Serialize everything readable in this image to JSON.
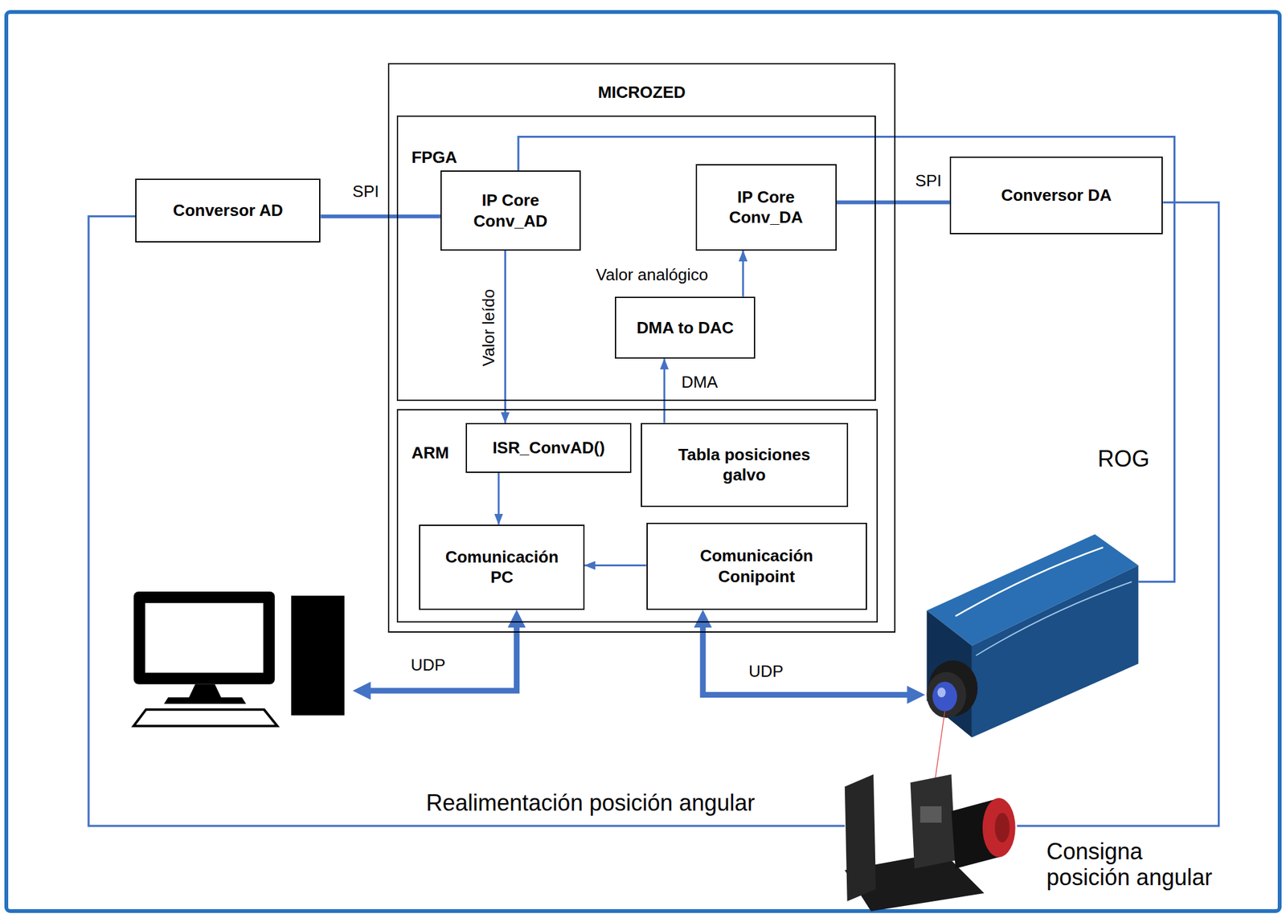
{
  "diagram": {
    "nodes": [
      {
        "text": [
          "Conversor AD"
        ]
      },
      {
        "text": [
          "MICROZED"
        ]
      },
      {
        "text": [
          "FPGA"
        ],
        "in": 1
      },
      {
        "text": [
          "IP Core Conv_AD"
        ],
        "in": 2
      },
      {
        "text": [
          "IP Core Conv_DA"
        ],
        "in": 2
      },
      {
        "text": [
          "DMA to DAC"
        ],
        "in": 2
      },
      {
        "text": [
          "ARM"
        ],
        "in": 1
      },
      {
        "text": [
          "ISR_ConvAD()"
        ],
        "in": 6
      },
      {
        "text": [
          "Tabla posiciones galvo"
        ],
        "in": 6
      },
      {
        "text": [
          "Comunicación PC"
        ],
        "in": 6
      },
      {
        "text": [
          "Comunicación Conipoint"
        ],
        "in": 6
      },
      {
        "text": [
          "Conversor DA"
        ]
      }
    ],
    "edges": [
      {
        "from": 0,
        "to": 3,
        "label": "SPI",
        "arrow": "none"
      },
      {
        "from": 3,
        "to": 7,
        "label": "Valor leído",
        "arrow": "to"
      },
      {
        "from": 8,
        "to": 5,
        "label": "DMA",
        "arrow": "to"
      },
      {
        "from": 5,
        "to": 4,
        "label": "Valor analógico",
        "arrow": "to"
      },
      {
        "from": 4,
        "to": 11,
        "label": "SPI",
        "arrow": "none"
      },
      {
        "from": 7,
        "to": 9,
        "arrow": "to"
      },
      {
        "from": 10,
        "to": 9,
        "arrow": "to"
      }
    ],
    "labels": [
      "UDP",
      "UDP",
      "ROG",
      "Realimentación posición angular",
      "Consigna posición angular"
    ]
  }
}
